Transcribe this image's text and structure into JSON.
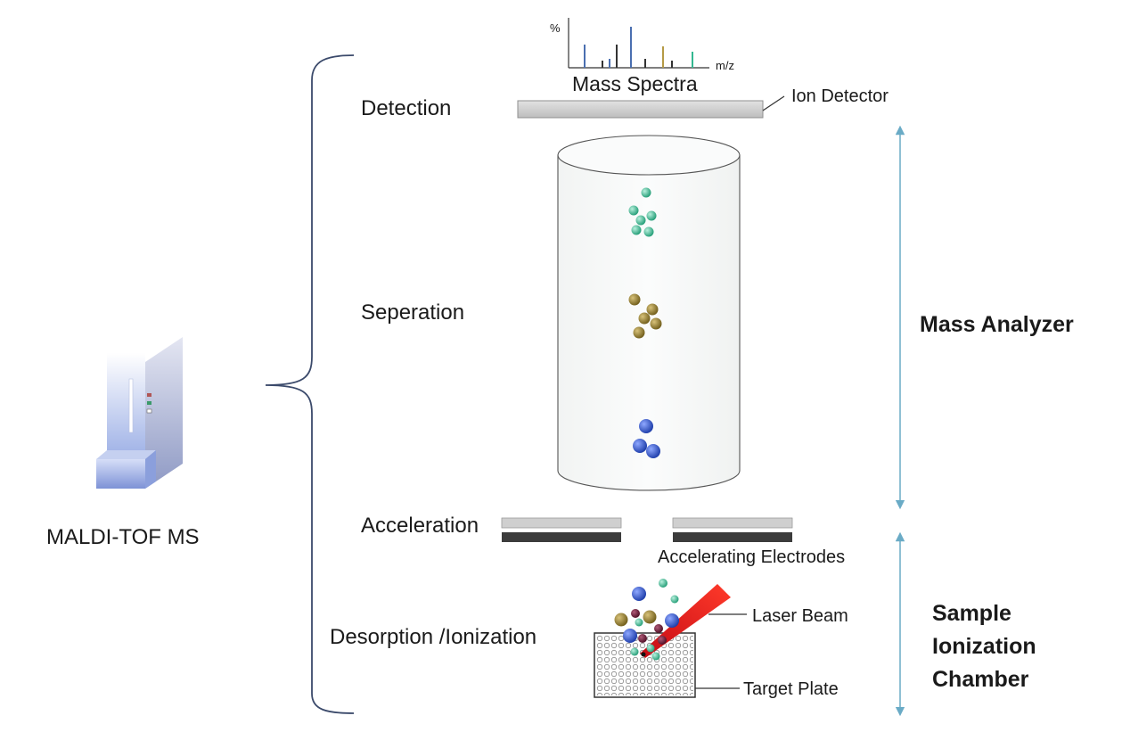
{
  "instrument": {
    "name": "MALDI-TOF MS"
  },
  "stages": {
    "detection": "Detection",
    "separation": "Seperation",
    "acceleration": "Acceleration",
    "desorption": "Desorption /Ionization"
  },
  "components": {
    "ion_detector": "Ion Detector",
    "accelerating_electrodes": "Accelerating Electrodes",
    "laser_beam": "Laser Beam",
    "target_plate": "Target Plate"
  },
  "spectrum": {
    "title": "Mass Spectra",
    "y_label": "%",
    "x_label": "m/z"
  },
  "regions": {
    "mass_analyzer": "Mass Analyzer",
    "sample_chamber_lines": [
      "Sample",
      "Ionization",
      "Chamber"
    ]
  },
  "colors": {
    "ion_light": "#33b891",
    "ion_medium": "#8f7a2c",
    "ion_heavy": "#2f52c7",
    "matrix": "#6b1a33",
    "laser": "#e0191f",
    "arrow": "#6aabc6",
    "detector": "#c8c8c8",
    "electrode_dark": "#3c3c3c"
  }
}
